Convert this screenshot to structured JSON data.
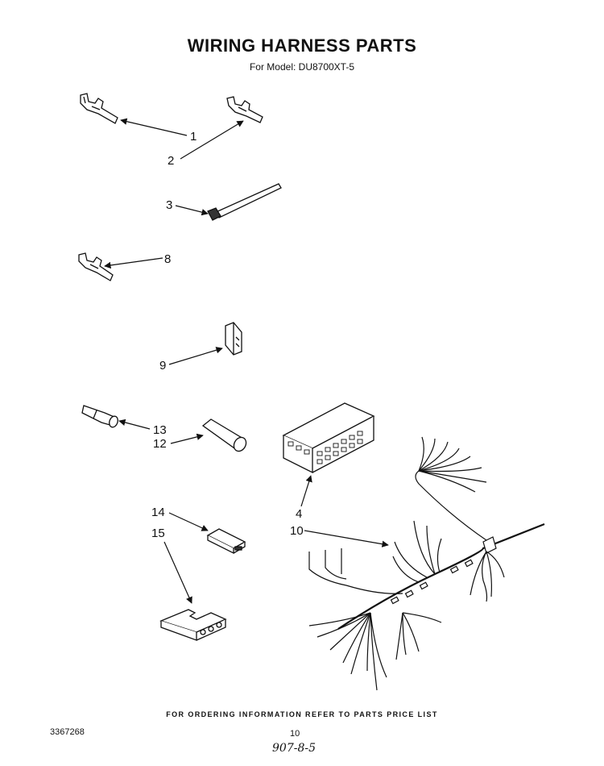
{
  "page": {
    "title": "WIRING HARNESS PARTS",
    "model_label": "For Model: DU8700XT-5"
  },
  "callouts": {
    "c1": "1",
    "c2": "2",
    "c3": "3",
    "c8": "8",
    "c9": "9",
    "c13": "13",
    "c12": "12",
    "c4": "4",
    "c10": "10",
    "c14": "14",
    "c15": "15"
  },
  "footer": {
    "ordering_note": "FOR ORDERING INFORMATION REFER TO PARTS PRICE LIST",
    "document_number": "3367268",
    "page_number": "10",
    "handwritten_note": "907-8-5"
  }
}
